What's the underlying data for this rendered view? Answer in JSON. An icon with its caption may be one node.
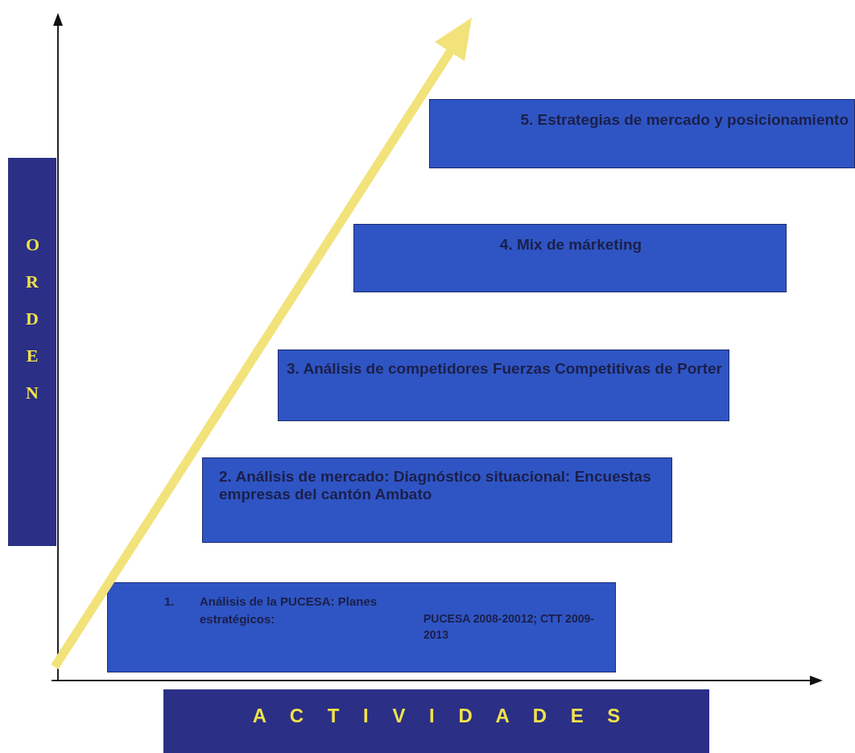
{
  "diagram": {
    "nodes": [
      {
        "text": [
          "1.",
          "Análisis de la PUCESA: Planes estratégicos:",
          "PUCESA 2008-20012; CTT 2009-2013"
        ]
      },
      {
        "text": [
          "2. Análisis de mercado: Diagnóstico situacional: Encuestas empresas del cantón Ambato"
        ]
      },
      {
        "text": [
          "3. Análisis de competidores Fuerzas Competitivas de Porter"
        ]
      },
      {
        "text": [
          "4.  Mix de márketing"
        ]
      },
      {
        "text": [
          "5. Estrategias de mercado y posicionamiento"
        ]
      },
      {
        "text": [
          "O R D E N"
        ]
      },
      {
        "text": [
          "A C T I V I D A D E S"
        ]
      }
    ],
    "edges": []
  }
}
